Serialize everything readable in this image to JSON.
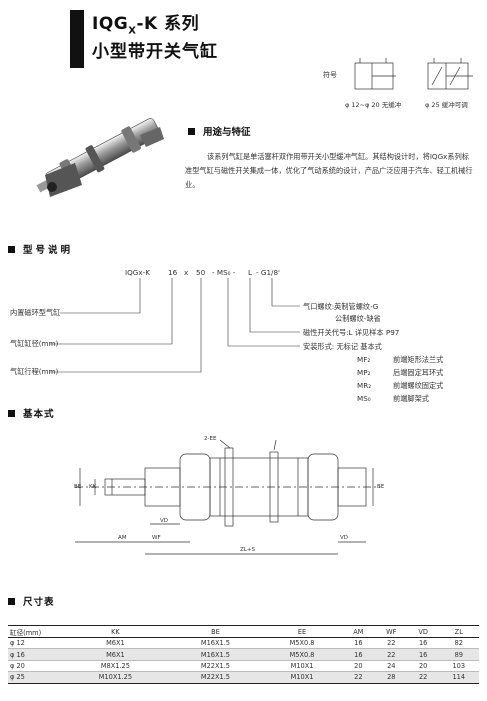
{
  "title": {
    "line1_prefix": "IQG",
    "line1_sub": "X",
    "line1_suffix": "-K 系列",
    "line2": "小型带开关气缸"
  },
  "symbols": {
    "label": "符号",
    "caption_left": "φ 12~φ 20 无缓冲",
    "caption_right": "φ 25 缓冲可调"
  },
  "features": {
    "heading": "用途与特征",
    "text": "该系列气缸是单活塞杆双作用带开关小型缓冲气缸。其结构设计时，将IQGx系列标准型气缸与磁性开关集成一体，优化了气动系统的设计，产品广泛应用于汽车、轻工机械行业。"
  },
  "model": {
    "heading": "型号说明",
    "code": [
      "IQGx-K",
      "16",
      "x",
      "50",
      "- MS₀ -",
      "L",
      "- G1/8'"
    ],
    "left_labels": [
      "内置磁环型气缸",
      "气缸缸径(mm)",
      "气缸行程(mm)"
    ],
    "right_labels": [
      "气口螺纹:英制管螺纹-G",
      "公制螺纹-缺省",
      "磁性开关代号:L 详见样本 P97",
      "安装形式: 无标记  基本式"
    ],
    "mount_options": [
      {
        "code": "MF₂",
        "desc": "前端矩形法兰式"
      },
      {
        "code": "MP₂",
        "desc": "后端固定耳环式"
      },
      {
        "code": "MR₂",
        "desc": "前端螺纹固定式"
      },
      {
        "code": "MS₀",
        "desc": "前端脚架式"
      }
    ]
  },
  "basic": {
    "heading": "基本式",
    "dims": {
      "ee": "2-EE",
      "be": "BE",
      "kk": "KK",
      "vd": "VD",
      "am": "AM",
      "wf": "WF",
      "zl": "ZL+S",
      "vd2": "VD",
      "be2": "BE"
    }
  },
  "sizes": {
    "heading": "尺寸表",
    "columns": [
      "缸径(mm)",
      "KK",
      "BE",
      "EE",
      "AM",
      "WF",
      "VD",
      "ZL"
    ],
    "rows": [
      [
        "φ 12",
        "M6X1",
        "M16X1.5",
        "M5X0.8",
        "16",
        "22",
        "16",
        "82"
      ],
      [
        "φ 16",
        "M6X1",
        "M16X1.5",
        "M5X0.8",
        "16",
        "22",
        "16",
        "89"
      ],
      [
        "φ 20",
        "M8X1.25",
        "M22X1.5",
        "M10X1",
        "20",
        "24",
        "20",
        "103"
      ],
      [
        "φ 25",
        "M10X1.25",
        "M22X1.5",
        "M10X1",
        "22",
        "28",
        "22",
        "114"
      ]
    ]
  },
  "icons": {
    "title_bar": "black-bar",
    "section_marker": "black-square",
    "photo": "cylinder-photo",
    "symbol": "cylinder-symbol"
  },
  "colors": {
    "text": "#222222",
    "accent": "#111111",
    "row_alt": "#e6e6e6"
  }
}
